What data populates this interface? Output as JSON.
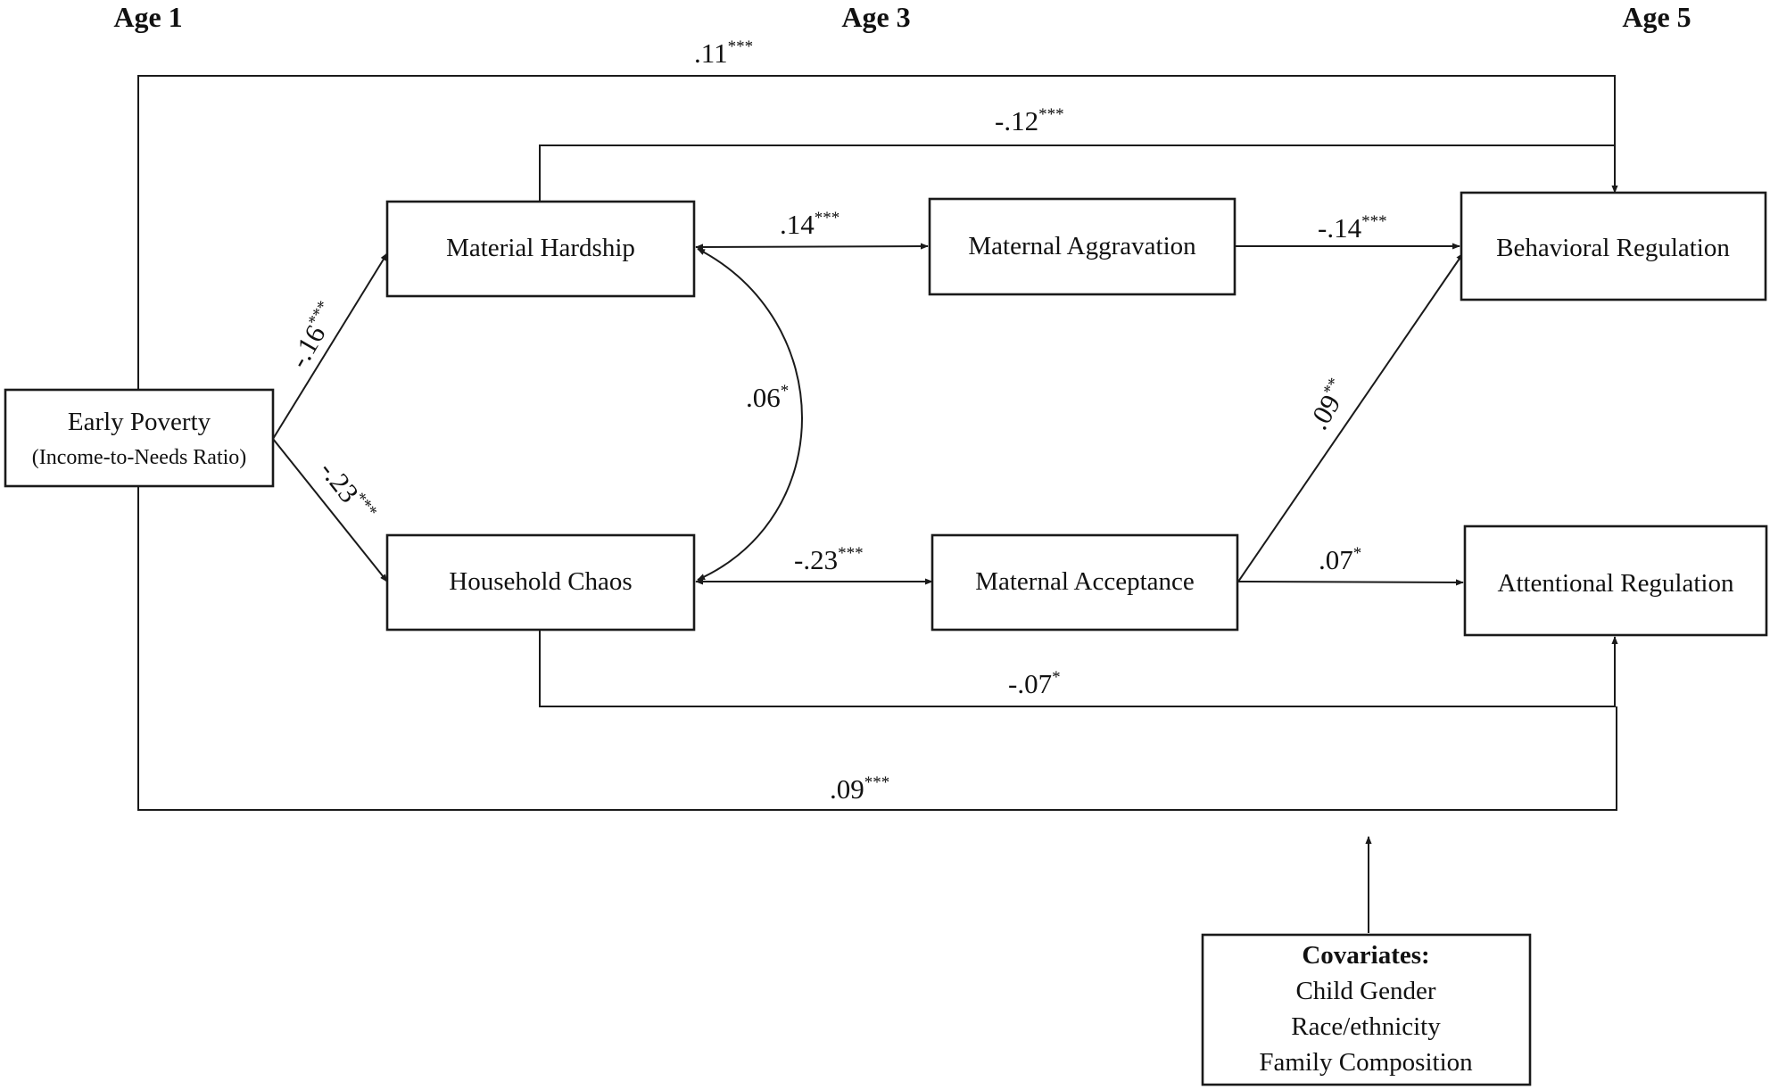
{
  "headings": {
    "age1": "Age 1",
    "age3": "Age 3",
    "age5": "Age 5"
  },
  "nodes": {
    "early_poverty": {
      "line1": "Early Poverty",
      "line2": "(Income-to-Needs Ratio)"
    },
    "material_hardship": "Material Hardship",
    "household_chaos": "Household Chaos",
    "maternal_aggravation": "Maternal Aggravation",
    "maternal_acceptance": "Maternal Acceptance",
    "behavioral_regulation": "Behavioral Regulation",
    "attentional_regulation": "Attentional Regulation"
  },
  "paths": {
    "poverty_to_behavioral": {
      "value": ".11",
      "stars": "***"
    },
    "hardship_to_behavioral": {
      "value": "-.12",
      "stars": "***"
    },
    "poverty_to_hardship": {
      "value": "-.16",
      "stars": "***"
    },
    "poverty_to_chaos": {
      "value": "-.23",
      "stars": "***"
    },
    "hardship_aggravation": {
      "value": ".14",
      "stars": "***"
    },
    "aggravation_to_behavioral": {
      "value": "-.14",
      "stars": "***"
    },
    "hardship_chaos_cov": {
      "value": ".06",
      "stars": "*"
    },
    "acceptance_to_behavioral": {
      "value": ".09",
      "stars": "**"
    },
    "chaos_acceptance": {
      "value": "-.23",
      "stars": "***"
    },
    "acceptance_to_attentional": {
      "value": ".07",
      "stars": "*"
    },
    "chaos_to_attentional": {
      "value": "-.07",
      "stars": "*"
    },
    "poverty_to_attentional": {
      "value": ".09",
      "stars": "***"
    }
  },
  "covariates": {
    "title": "Covariates:",
    "items": [
      "Child Gender",
      "Race/ethnicity",
      "Family Composition"
    ]
  }
}
